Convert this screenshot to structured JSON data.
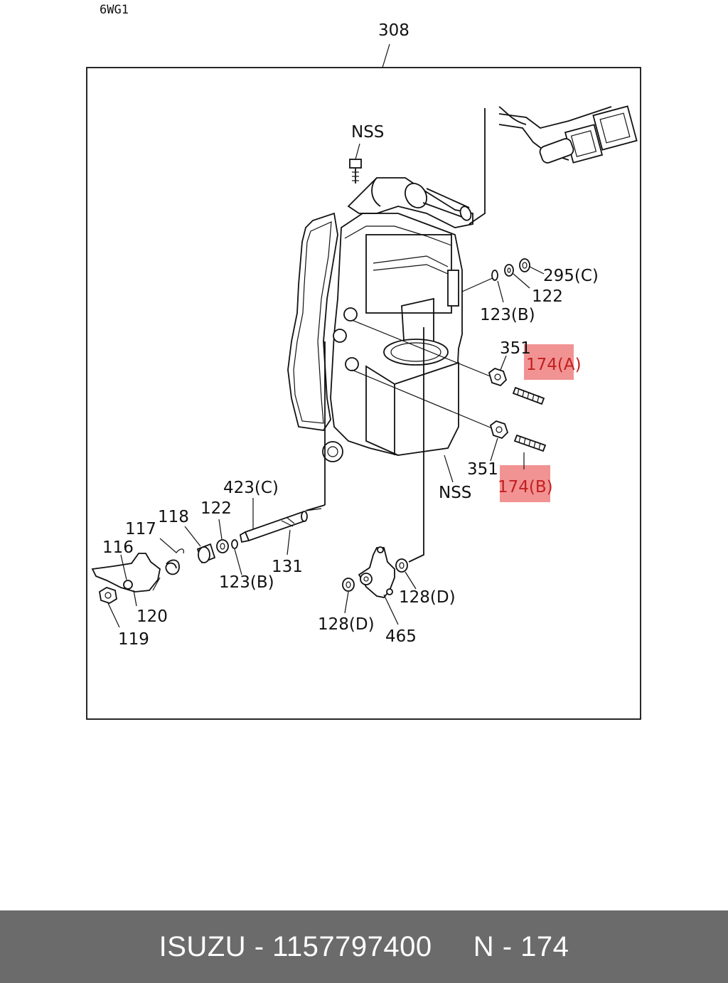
{
  "page_code": "6WG1",
  "labels": {
    "assembly": "308",
    "nss_top": "NSS",
    "nss_bottom": "NSS",
    "p295c": "295(C)",
    "p122_right": "122",
    "p123b_right": "123(B)",
    "p351_top": "351",
    "p174a": "174(A)",
    "p351_bottom": "351",
    "p174b": "174(B)",
    "p423c": "423(C)",
    "p118": "118",
    "p122_left": "122",
    "p117": "117",
    "p116": "116",
    "p123b_left": "123(B)",
    "p131": "131",
    "p120": "120",
    "p119": "119",
    "p128d_right": "128(D)",
    "p128d_left": "128(D)",
    "p465": "465"
  },
  "highlight_color": "#f08080",
  "footer": {
    "brand": "ISUZU",
    "part_number": "1157797400",
    "ref": "N - 174",
    "text": "ISUZU - 1157797400     N - 174"
  }
}
